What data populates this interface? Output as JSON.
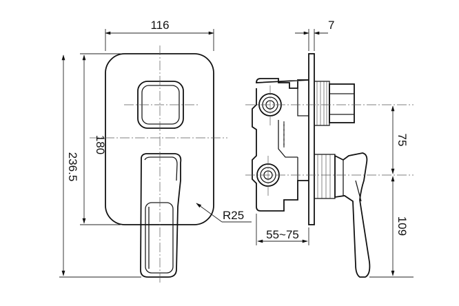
{
  "front_view": {
    "width_dim": "116",
    "inner_height_dim": "180",
    "total_height_dim": "236.5",
    "radius_dim": "R25"
  },
  "side_view": {
    "plate_thickness_dim": "7",
    "centers_distance_dim": "75",
    "lower_height_dim": "109",
    "depth_range_dim": "55~75"
  }
}
